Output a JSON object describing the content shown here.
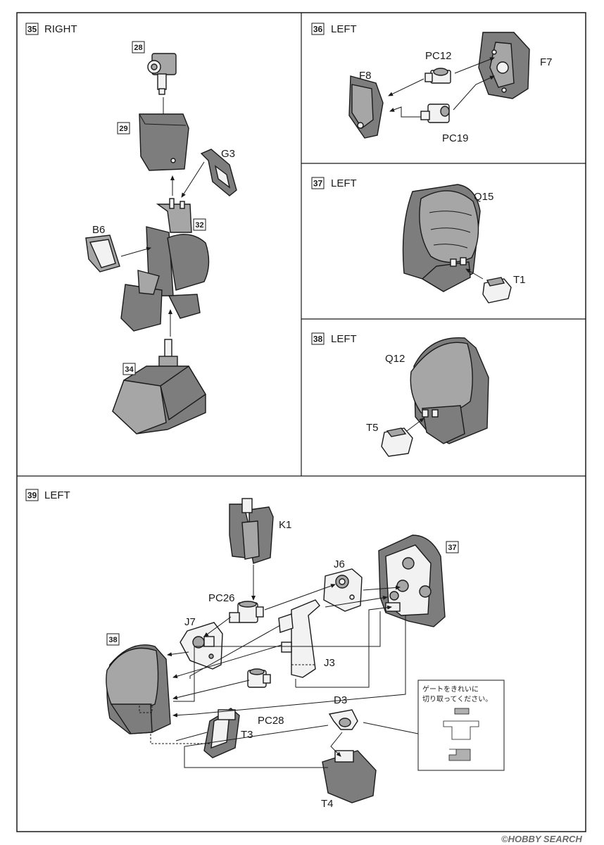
{
  "steps": [
    {
      "number": "35",
      "side": "RIGHT"
    },
    {
      "number": "36",
      "side": "LEFT"
    },
    {
      "number": "37",
      "side": "LEFT"
    },
    {
      "number": "38",
      "side": "LEFT"
    },
    {
      "number": "39",
      "side": "LEFT"
    }
  ],
  "step35": {
    "parts": {
      "p28": "28",
      "p29": "29",
      "g3": "G3",
      "p32": "32",
      "b6": "B6",
      "p34": "34"
    }
  },
  "step36": {
    "parts": {
      "pc12": "PC12",
      "f7": "F7",
      "f8": "F8",
      "pc19": "PC19"
    }
  },
  "step37": {
    "parts": {
      "q15": "Q15",
      "t1": "T1"
    }
  },
  "step38": {
    "parts": {
      "q12": "Q12",
      "t5": "T5"
    }
  },
  "step39": {
    "parts": {
      "k1": "K1",
      "j6": "J6",
      "ref37": "37",
      "pc26": "PC26",
      "j7": "J7",
      "ref38": "38",
      "j3": "J3",
      "pc28": "PC28",
      "d3": "D3",
      "t3": "T3",
      "t4": "T4"
    },
    "note_line1": "ゲートをきれいに",
    "note_line2": "切り取ってください。"
  },
  "watermark": "©HOBBY SEARCH"
}
